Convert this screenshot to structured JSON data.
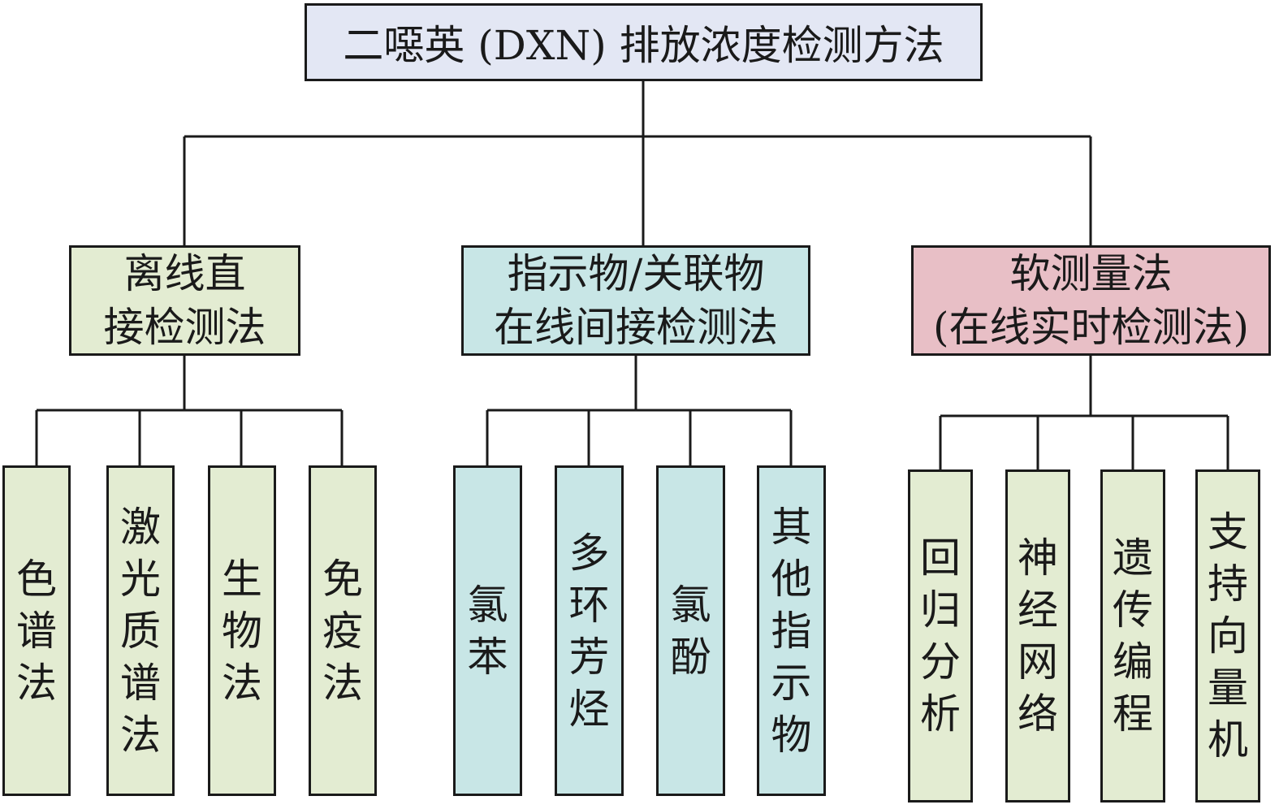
{
  "diagram": {
    "root": "二噁英 (DXN) 排放浓度检测方法",
    "branches": [
      {
        "label_line1": "离线直",
        "label_line2": "接检测法",
        "leaves": [
          "色谱法",
          "激光质谱法",
          "生物法",
          "免疫法"
        ]
      },
      {
        "label_line1": "指示物/关联物",
        "label_line2": "在线间接检测法",
        "leaves": [
          "氯苯",
          "多环芳烃",
          "氯酚",
          "其他指示物"
        ]
      },
      {
        "label_line1": "软测量法",
        "label_line2": "(在线实时检测法)",
        "leaves": [
          "回归分析",
          "神经网络",
          "遗传编程",
          "支持向量机"
        ]
      }
    ],
    "colors": {
      "root": "#e3e7f4",
      "branch_1": "#e3ecd2",
      "branch_2": "#c8e6e6",
      "branch_3": "#e8bfc6",
      "leaf_green": "#e3ecd2",
      "leaf_cyan": "#c8e6e6",
      "line": "#1a1a1a"
    }
  }
}
